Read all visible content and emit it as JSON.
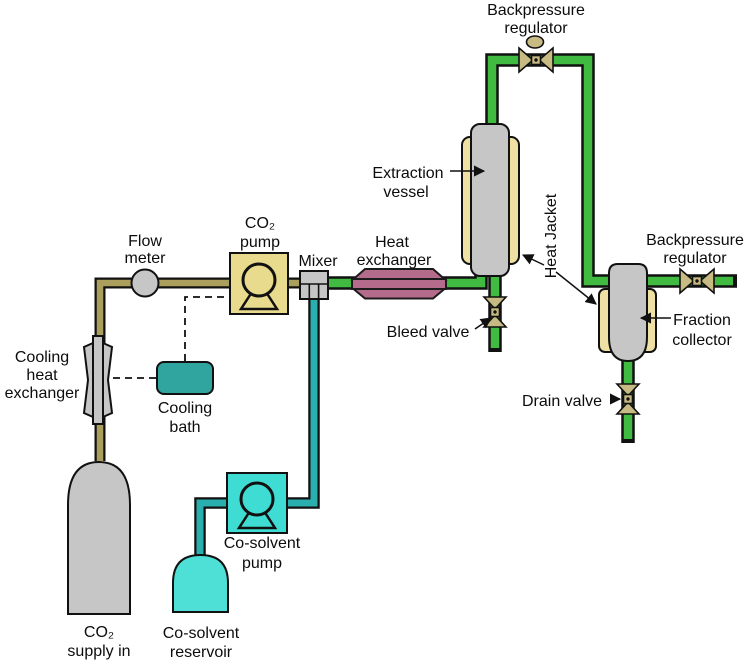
{
  "diagram": {
    "labels": {
      "backpressure_regulator_top": {
        "line1": "Backpressure",
        "line2": "regulator"
      },
      "backpressure_regulator_right": {
        "line1": "Backpressure",
        "line2": "regulator"
      },
      "extraction_vessel": {
        "line1": "Extraction",
        "line2": "vessel"
      },
      "heat_jacket": "Heat Jacket",
      "fraction_collector": {
        "line1": "Fraction",
        "line2": "collector"
      },
      "heat_exchanger": {
        "line1": "Heat",
        "line2": "exchanger"
      },
      "mixer": "Mixer",
      "co2_pump": {
        "line1": "CO₂",
        "line2": "pump"
      },
      "flow_meter": {
        "line1": "Flow",
        "line2": "meter"
      },
      "cooling_heat_exchanger": {
        "line1": "Cooling",
        "line2": "heat",
        "line3": "exchanger"
      },
      "cooling_bath": {
        "line1": "Cooling",
        "line2": "bath"
      },
      "co2_supply": {
        "line1": "CO₂",
        "line2": "supply in"
      },
      "co_solvent_pump": {
        "line1": "Co-solvent",
        "line2": "pump"
      },
      "co_solvent_reservoir": {
        "line1": "Co-solvent",
        "line2": "reservoir"
      },
      "bleed_valve": "Bleed valve",
      "drain_valve": "Drain valve"
    },
    "colors": {
      "co2_liquid_pipe": "#ab9f5e",
      "supercritical_pipe": "#41ba41",
      "co_solvent_pipe": "#2aaeae",
      "vessel_gray": "#c6c6c6",
      "pump_khaki": "#e9db8e",
      "valve_tan": "#c7ba83",
      "heat_jacket_yellow": "#eee1a3",
      "heat_exchanger_maroon": "#b56b8b",
      "cooling_bath_teal": "#30a49e",
      "co_solvent_cyan": "#3edcd2",
      "background": "#ffffff"
    }
  }
}
